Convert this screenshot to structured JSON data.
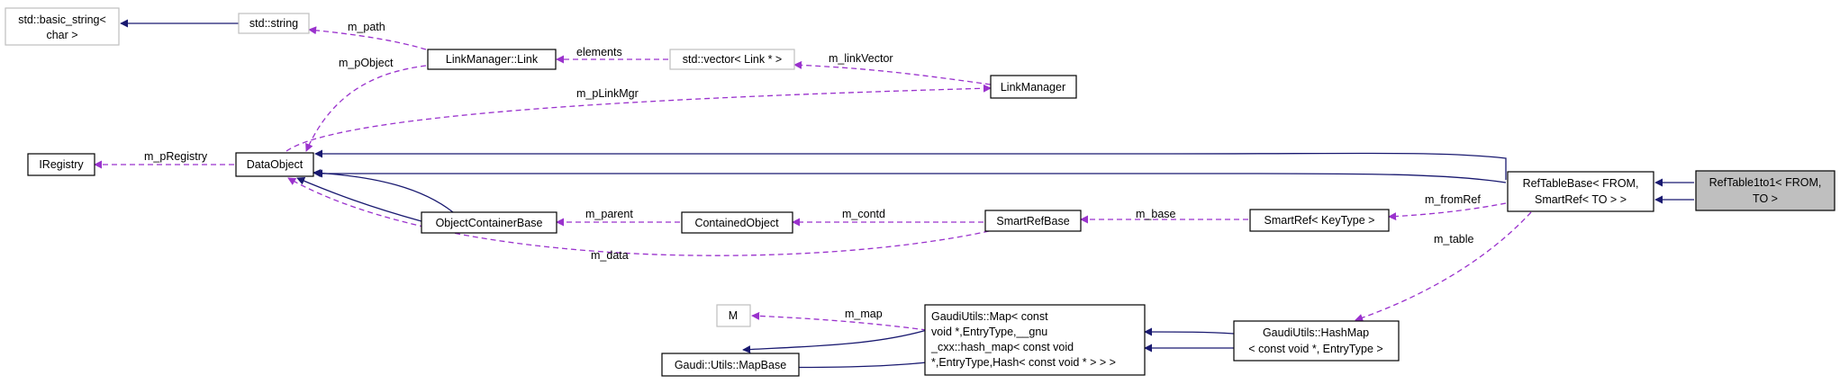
{
  "colors": {
    "inherit": "#191970",
    "usage": "#9a32cd",
    "node_border": "#000000",
    "node_border_external": "#bfbfbf",
    "highlight_fill": "#bfbfbf",
    "background": "#ffffff"
  },
  "nodes": {
    "basic_string": {
      "lines": [
        "std::basic_string<",
        "char >"
      ],
      "external": true
    },
    "std_string": {
      "lines": [
        "std::string"
      ],
      "external": true
    },
    "link": {
      "lines": [
        "LinkManager::Link"
      ]
    },
    "vector_link": {
      "lines": [
        "std::vector< Link * >"
      ],
      "external": true
    },
    "link_manager": {
      "lines": [
        "LinkManager"
      ]
    },
    "iregistry": {
      "lines": [
        "IRegistry"
      ]
    },
    "data_object": {
      "lines": [
        "DataObject"
      ]
    },
    "object_container_base": {
      "lines": [
        "ObjectContainerBase"
      ]
    },
    "contained_object": {
      "lines": [
        "ContainedObject"
      ]
    },
    "smart_ref_base": {
      "lines": [
        "SmartRefBase"
      ]
    },
    "smart_ref_keytype": {
      "lines": [
        "SmartRef< KeyType >"
      ]
    },
    "reftablebase": {
      "lines": [
        "RefTableBase< FROM,",
        "SmartRef< TO > >"
      ]
    },
    "reftable1to1": {
      "lines": [
        "RefTable1to1< FROM,",
        "TO >"
      ],
      "highlight": true
    },
    "m": {
      "lines": [
        "M"
      ],
      "external": true
    },
    "map_base": {
      "lines": [
        "Gaudi::Utils::MapBase"
      ]
    },
    "gaudi_map": {
      "lines": [
        "GaudiUtils::Map< const",
        " void *,EntryType,__gnu",
        "_cxx::hash_map< const void",
        " *,EntryType,Hash< const void * > > >"
      ]
    },
    "hash_map": {
      "lines": [
        "GaudiUtils::HashMap",
        "< const void *, EntryType >"
      ]
    }
  },
  "edge_labels": {
    "m_path": "m_path",
    "m_pObject": "m_pObject",
    "elements": "elements",
    "m_linkVector": "m_linkVector",
    "m_pLinkMgr": "m_pLinkMgr",
    "m_pRegistry": "m_pRegistry",
    "m_parent": "m_parent",
    "m_contd": "m_contd",
    "m_base": "m_base",
    "m_fromRef": "m_fromRef",
    "m_data": "m_data",
    "m_table": "m_table",
    "m_map": "m_map"
  }
}
